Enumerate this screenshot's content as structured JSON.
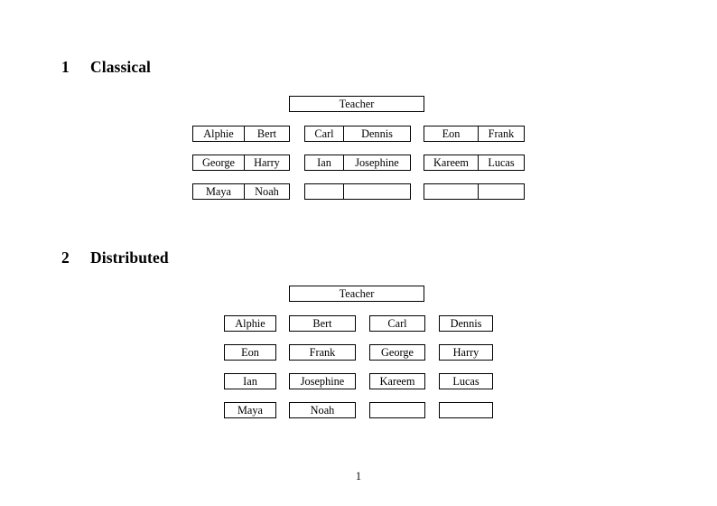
{
  "page": {
    "number": "1",
    "background": "#ffffff",
    "text_color": "#000000",
    "border_color": "#000000"
  },
  "sections": [
    {
      "number": "1",
      "title": "Classical",
      "teacher_label": "Teacher",
      "layout": "joined-pairs",
      "groups": [
        {
          "name": "group-a",
          "rows": [
            [
              "Alphie",
              "Bert"
            ],
            [
              "George",
              "Harry"
            ],
            [
              "Maya",
              "Noah"
            ]
          ]
        },
        {
          "name": "group-b",
          "rows": [
            [
              "Carl",
              "Dennis"
            ],
            [
              "Ian",
              "Josephine"
            ],
            [
              "",
              ""
            ]
          ]
        },
        {
          "name": "group-c",
          "rows": [
            [
              "Eon",
              "Frank"
            ],
            [
              "Kareem",
              "Lucas"
            ],
            [
              "",
              ""
            ]
          ]
        }
      ]
    },
    {
      "number": "2",
      "title": "Distributed",
      "teacher_label": "Teacher",
      "layout": "separate-boxes",
      "grid": [
        [
          "Alphie",
          "Bert",
          "Carl",
          "Dennis"
        ],
        [
          "Eon",
          "Frank",
          "George",
          "Harry"
        ],
        [
          "Ian",
          "Josephine",
          "Kareem",
          "Lucas"
        ],
        [
          "Maya",
          "Noah",
          "",
          ""
        ]
      ]
    }
  ]
}
